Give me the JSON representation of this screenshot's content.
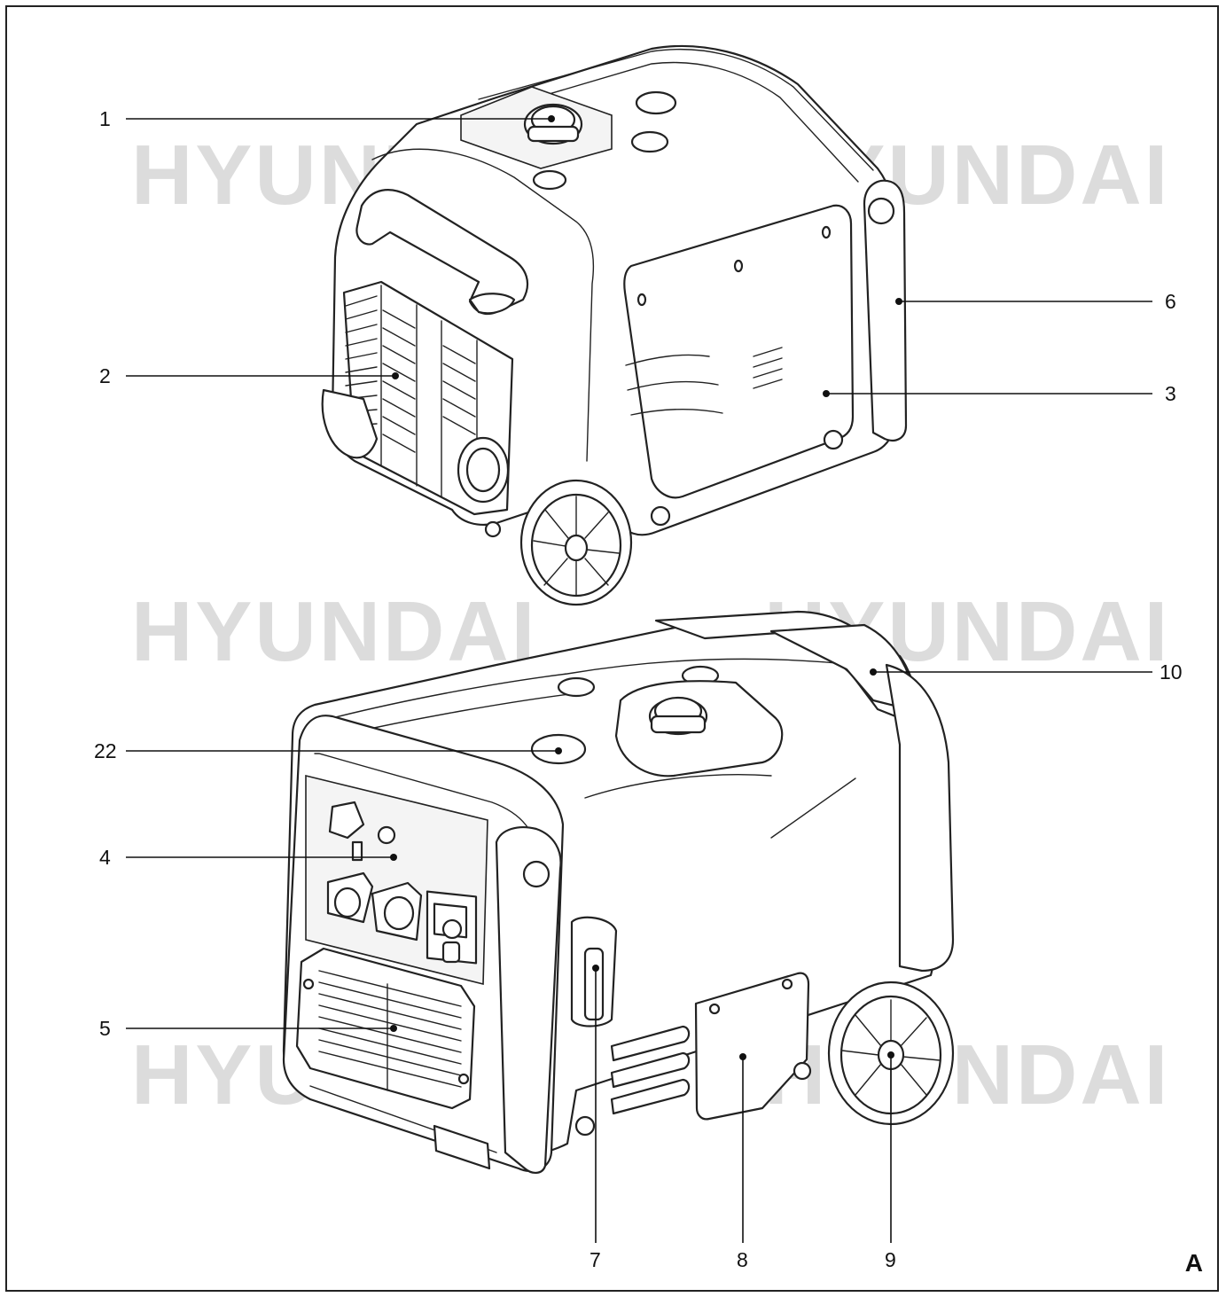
{
  "figure": {
    "letter": "A",
    "watermark_text": "HYUNDAI",
    "callouts": [
      "1",
      "2",
      "3",
      "4",
      "5",
      "6",
      "7",
      "8",
      "9",
      "10",
      "22"
    ]
  }
}
